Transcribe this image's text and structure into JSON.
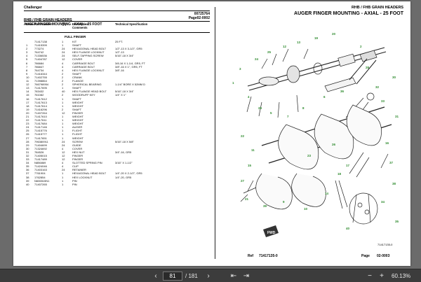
{
  "left_header": {
    "brand": "Challenger",
    "series": "RHB / FHB GRAIN HEADERS",
    "doc_no": "00725764",
    "title": "AUGER FINGER MOUNTING - AXIAL - 25 FOOT",
    "page_ref": "Page02-0002"
  },
  "columns": {
    "item": "Item",
    "part_number": "Part Number",
    "qty": "Qty",
    "description": "Description",
    "comments": "Comments",
    "spec": "Technical Specification"
  },
  "section": "FULL FINGER",
  "parts": [
    {
      "item": "",
      "pn": "71417138",
      "qty": "1",
      "desc": "KIT",
      "spec": "25 FT."
    },
    {
      "item": "1",
      "pn": "71415399",
      "qty": "1",
      "desc": "SHAFT",
      "spec": ""
    },
    {
      "item": "2",
      "pn": "773274",
      "qty": "24",
      "desc": "HEXAGONAL HEAD BOLT",
      "spec": "1/2\"-13 X 3-1/2\", GR5"
    },
    {
      "item": "3",
      "pn": "764742",
      "qty": "24",
      "desc": "HEX FLANGE LOCKNUT",
      "spec": "1/2\"-13"
    },
    {
      "item": "4",
      "pn": "71336536",
      "qty": "24",
      "desc": "SELF-TAPPING SCREW",
      "spec": "5/16\"-18 X 3/4\""
    },
    {
      "item": "5",
      "pn": "71404787",
      "qty": "12",
      "desc": "COVER",
      "spec": ""
    },
    {
      "item": "6",
      "pn": "786684",
      "qty": "4",
      "desc": "CARRIAGE BOLT",
      "spec": "3/8-16 X 1-1/4, GR5, FT"
    },
    {
      "item": "7",
      "pn": "786847",
      "qty": "4",
      "desc": "CARRIAGE BOLT",
      "spec": "3/8\"-16 X 1\", GR5, FT"
    },
    {
      "item": "8",
      "pn": "764734",
      "qty": "4",
      "desc": "HEX FLANGE LOCKNUT",
      "spec": "3/8\"-16"
    },
    {
      "item": "9",
      "pn": "71416344",
      "qty": "2",
      "desc": "SHAFT",
      "spec": ""
    },
    {
      "item": "10",
      "pn": "71402755",
      "qty": "2",
      "desc": "CRANK",
      "spec": ""
    },
    {
      "item": "11",
      "pn": "71398864",
      "qty": "2",
      "desc": "FLANGE",
      "spec": ""
    },
    {
      "item": "12",
      "pn": "766798954",
      "qty": "2",
      "desc": "SPHERICAL BEARING",
      "spec": "1-1/4\" BORE X 52MM D"
    },
    {
      "item": "13",
      "pn": "71417695",
      "qty": "1",
      "desc": "SHAFT",
      "spec": ""
    },
    {
      "item": "14",
      "pn": "783432",
      "qty": "40",
      "desc": "HEX FLANGE HEAD BOLT",
      "spec": "5/16\"-18 X 3/4\""
    },
    {
      "item": "15",
      "pn": "761082",
      "qty": "2",
      "desc": "WOODRUFF KEY",
      "spec": "1/4\" X 1\""
    },
    {
      "item": "16",
      "pn": "71417612",
      "qty": "1",
      "desc": "SHAFT",
      "spec": ""
    },
    {
      "item": "17",
      "pn": "71417613",
      "qty": "1",
      "desc": "WEIGHT",
      "spec": ""
    },
    {
      "item": "18",
      "pn": "71417614",
      "qty": "1",
      "desc": "WEIGHT",
      "spec": ""
    },
    {
      "item": "19",
      "pn": "71416296",
      "qty": "2",
      "desc": "SHAFT",
      "spec": ""
    },
    {
      "item": "20",
      "pn": "71407264",
      "qty": "12",
      "desc": "FINGER",
      "spec": ""
    },
    {
      "item": "21",
      "pn": "71417610",
      "qty": "1",
      "desc": "WEIGHT",
      "spec": ""
    },
    {
      "item": "22",
      "pn": "71417611",
      "qty": "1",
      "desc": "WEIGHT",
      "spec": ""
    },
    {
      "item": "23",
      "pn": "71417684",
      "qty": "1",
      "desc": "WEIGHT",
      "spec": ""
    },
    {
      "item": "24",
      "pn": "71417146",
      "qty": "1",
      "desc": "AUGER",
      "spec": ""
    },
    {
      "item": "25",
      "pn": "71415776",
      "qty": "1",
      "desc": "FLIGHT",
      "spec": ""
    },
    {
      "item": "26",
      "pn": "71415777",
      "qty": "1",
      "desc": "FLIGHT",
      "spec": ""
    },
    {
      "item": "27",
      "pn": "71417651",
      "qty": "1",
      "desc": "WEIGHT",
      "spec": ""
    },
    {
      "item": "28",
      "pn": "796380911",
      "qty": "24",
      "desc": "SCREW",
      "spec": "5/16\"-18 X 5/8\""
    },
    {
      "item": "29",
      "pn": "71404699",
      "qty": "24",
      "desc": "GUIDE",
      "spec": ""
    },
    {
      "item": "30",
      "pn": "71324692",
      "qty": "4",
      "desc": "COVER",
      "spec": ""
    },
    {
      "item": "31",
      "pn": "784526",
      "qty": "12",
      "desc": "HEX NUT",
      "spec": "3/4\"-16, GR5"
    },
    {
      "item": "32",
      "pn": "71405015",
      "qty": "12",
      "desc": "FINGER",
      "spec": ""
    },
    {
      "item": "33",
      "pn": "71417489",
      "qty": "12",
      "desc": "FINGER",
      "spec": ""
    },
    {
      "item": "34",
      "pn": "N856869",
      "qty": "4",
      "desc": "SLOTTED SPRING PIN",
      "spec": "3/16\" X 1-1/2\""
    },
    {
      "item": "35",
      "pn": "71424046",
      "qty": "4",
      "desc": "CLIP",
      "spec": ""
    },
    {
      "item": "36",
      "pn": "71403163",
      "qty": "24",
      "desc": "RETAINER",
      "spec": ""
    },
    {
      "item": "37",
      "pn": "7761904",
      "qty": "1",
      "desc": "HEXAGONAL HEAD BOLT",
      "spec": "1/4\"-20 X 2-1/2\", GR5"
    },
    {
      "item": "38",
      "pn": "1762854",
      "qty": "1",
      "desc": "HEX LOCKNUT",
      "spec": "1/4\"-20, GR5"
    },
    {
      "item": "39",
      "pn": "N606515N1",
      "qty": "1",
      "desc": "PIN",
      "spec": ""
    },
    {
      "item": "40",
      "pn": "71407265",
      "qty": "1",
      "desc": "PIN",
      "spec": ""
    }
  ],
  "right_header": {
    "series": "RHB / FHB GRAIN HEADERS",
    "title": "AUGER FINGER MOUNTING - AXIAL - 25 FOOT"
  },
  "diagram": {
    "fwd_label": "FWD",
    "drawing_code": "71417135-0",
    "callouts": [
      "3",
      "24",
      "25",
      "12",
      "13",
      "19",
      "20",
      "4",
      "29",
      "5",
      "7",
      "8",
      "6",
      "36",
      "28",
      "32",
      "33",
      "30",
      "31",
      "22",
      "11",
      "15",
      "27",
      "21",
      "39",
      "9",
      "10",
      "14",
      "18",
      "17",
      "16",
      "37",
      "38",
      "34",
      "35",
      "40",
      "1",
      "2",
      "23",
      "26"
    ]
  },
  "footer": {
    "ref_label": "Ref",
    "ref_value": "71417135-0",
    "page_label": "Page",
    "page_value": "02-0003"
  },
  "toolbar": {
    "current_page": "81",
    "total_pages": "/ 181",
    "zoom": "60.13%"
  },
  "colors": {
    "viewer_bg": "#6b6b6b",
    "toolbar_bg": "#3c3c3c",
    "callout_green": "#2e8b2e"
  }
}
